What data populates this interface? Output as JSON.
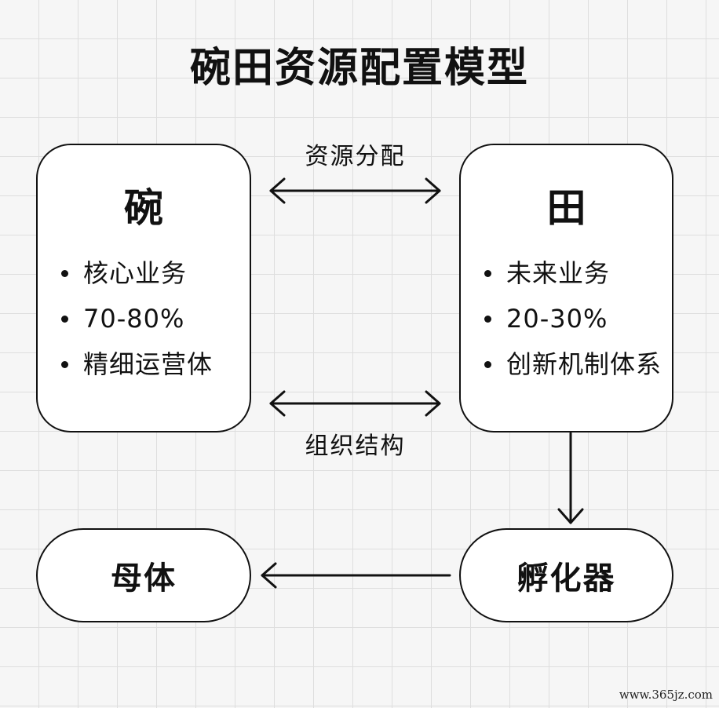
{
  "title": "碗田资源配置模型",
  "bowl": {
    "heading": "碗",
    "bullets": [
      "核心业务",
      "70-80%",
      "精细运营体"
    ]
  },
  "field": {
    "heading": "田",
    "bullets": [
      "未来业务",
      "20-30%",
      "创新机制体系"
    ]
  },
  "connectors": {
    "top_label": "资源分配",
    "bottom_label": "组织结构"
  },
  "parent": {
    "label": "母体"
  },
  "incubator": {
    "label": "孵化器"
  },
  "watermark": "www.365jz.com"
}
